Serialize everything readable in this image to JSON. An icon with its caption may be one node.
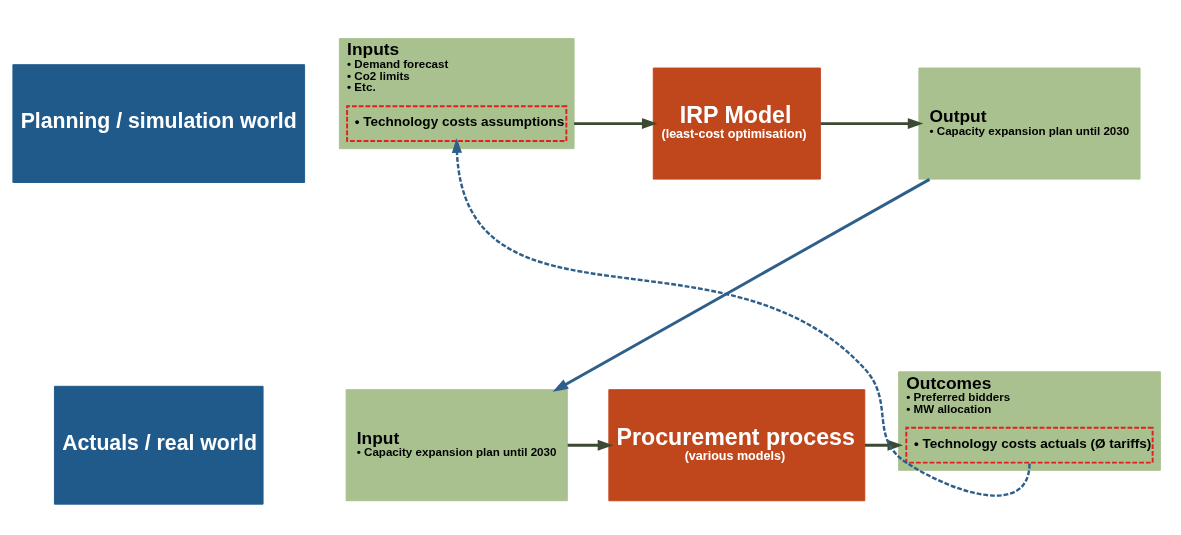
{
  "diagram": {
    "nodes": [
      {
        "text": [
          "Planning / simulation world"
        ]
      },
      {
        "text": [
          "Inputs",
          "• Demand forecast",
          "• Co2 limits",
          "• Etc."
        ]
      },
      {
        "text": [
          "• Technology costs assumptions"
        ],
        "in": 1
      },
      {
        "text": [
          "IRP Model",
          "(least-cost optimisation)"
        ]
      },
      {
        "text": [
          "Output",
          "• Capacity expansion plan until 2030"
        ]
      },
      {
        "text": [
          "Actuals / real world"
        ]
      },
      {
        "text": [
          "Input",
          "• Capacity expansion plan until 2030"
        ]
      },
      {
        "text": [
          "Procurement process",
          "(various models)"
        ]
      },
      {
        "text": [
          "Outcomes",
          "• Preferred bidders",
          "• MW allocation"
        ]
      },
      {
        "text": [
          "• Technology costs actuals (Ø tariffs)"
        ],
        "in": 8
      }
    ],
    "edges": [
      {
        "from": 1,
        "to": 3,
        "arrow": "to"
      },
      {
        "from": 3,
        "to": 4,
        "arrow": "to"
      },
      {
        "from": 4,
        "to": 6,
        "arrow": "to",
        "color": "#2e5f8a"
      },
      {
        "from": 6,
        "to": 7,
        "arrow": "to"
      },
      {
        "from": 7,
        "to": 8,
        "arrow": "to"
      },
      {
        "from": 9,
        "to": 2,
        "arrow": "to",
        "style": "dashed",
        "color": "#2e5f8a"
      }
    ]
  }
}
